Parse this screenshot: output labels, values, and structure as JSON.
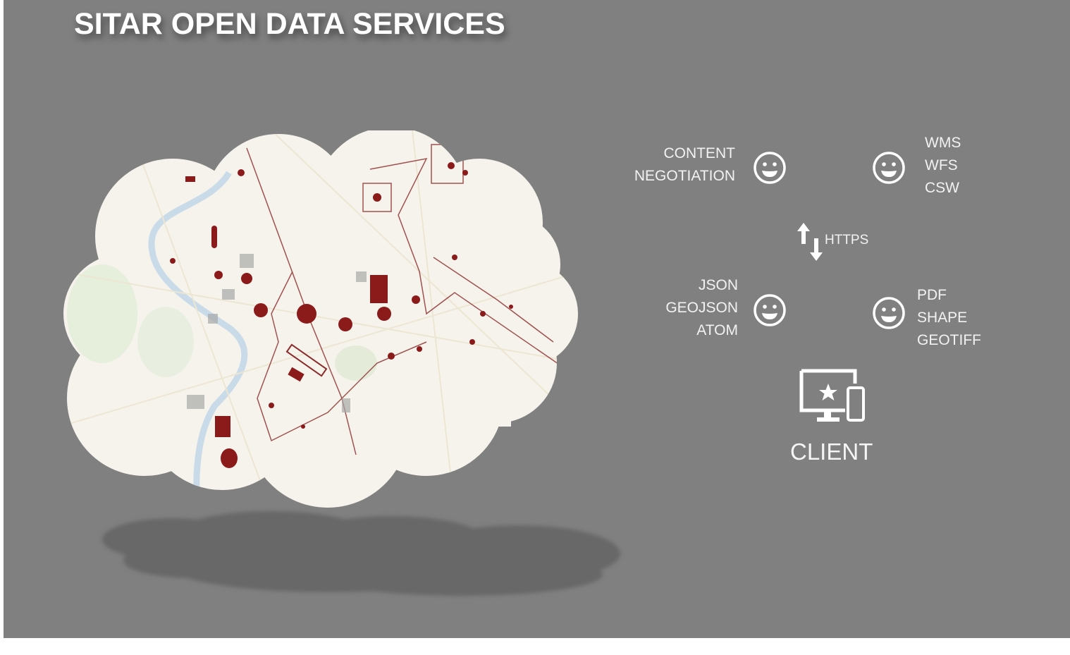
{
  "slide": {
    "title": "SITAR OPEN DATA SERVICES",
    "background_color": "#808080",
    "text_color": "#ffffff",
    "map_accent_color": "#8b1a1a"
  },
  "map": {
    "description": "Cloud-shaped map of central Rome with archaeological features in dark red",
    "river_color": "#c9dbe8",
    "base_color": "#f5f3ec"
  },
  "diagram": {
    "content_negotiation": {
      "lines": [
        "CONTENT",
        "NEGOTIATION"
      ],
      "icon": "smiley-icon"
    },
    "ogc_services": {
      "lines": [
        "WMS",
        "WFS",
        "CSW"
      ],
      "icon": "smiley-icon"
    },
    "transport": {
      "label": "HTTPS",
      "icon": "up-down-arrows-icon"
    },
    "data_formats": {
      "lines": [
        "JSON",
        "GEOJSON",
        "ATOM"
      ],
      "icon": "smiley-icon"
    },
    "file_formats": {
      "lines": [
        "PDF",
        "SHAPE",
        "GEOTIFF"
      ],
      "icon": "smiley-icon"
    },
    "client": {
      "label": "CLIENT",
      "icon": "desktop-mobile-star-icon"
    }
  }
}
